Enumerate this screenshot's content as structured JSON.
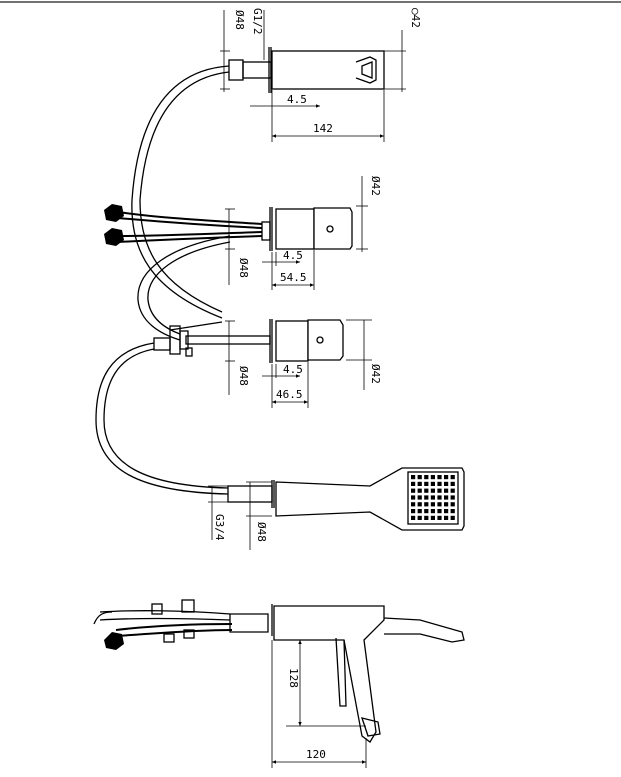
{
  "dimensions": {
    "top_dia_48": "Ø48",
    "top_thread": "G1/2",
    "top_dia_42": "○42",
    "top_offset": "4.5",
    "top_length": "142",
    "mid1_dia_42": "Ø42",
    "mid1_offset": "4.5",
    "mid1_length": "54.5",
    "mid1_dia_48": "Ø48",
    "mid2_offset": "4.5",
    "mid2_length": "46.5",
    "mid2_dia_48": "Ø48",
    "mid2_dia_42": "Ø42",
    "hand_thread": "G3/4",
    "hand_dia_48": "Ø48",
    "side_height": "128",
    "side_width": "120"
  }
}
